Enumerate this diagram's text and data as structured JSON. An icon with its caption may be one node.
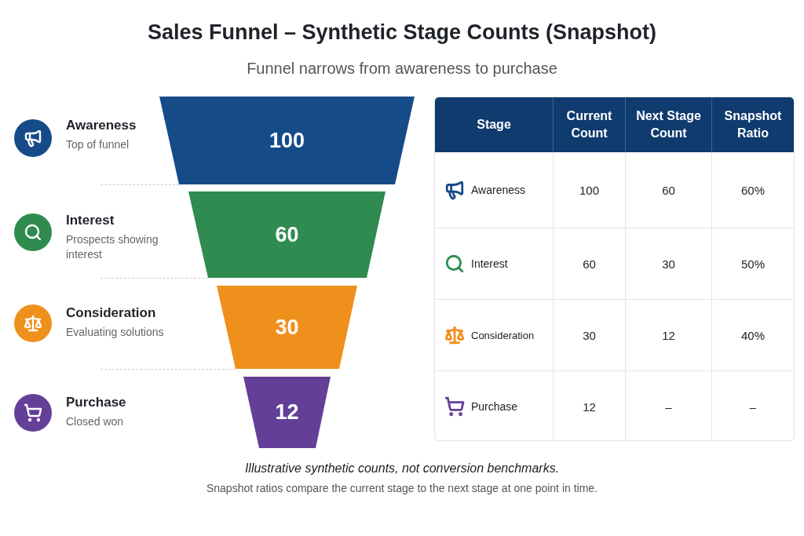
{
  "diagram": {
    "title": "Sales Funnel – Synthetic Stage Counts (Snapshot)",
    "nodes": [
      {
        "text": [
          "100"
        ],
        "beside": [
          "Awareness",
          "Top of funnel"
        ]
      },
      {
        "text": [
          "60"
        ],
        "beside": [
          "Interest",
          "Prospects showing interest"
        ]
      },
      {
        "text": [
          "30"
        ],
        "beside": [
          "Consideration",
          "Evaluating solutions"
        ]
      },
      {
        "text": [
          "12"
        ],
        "beside": [
          "Purchase",
          "Closed won"
        ]
      }
    ],
    "labels": [
      "Funnel narrows from awareness to purchase",
      "Stage",
      "Current Count",
      "Next Stage Count",
      "Snapshot Ratio",
      "Awareness",
      "100",
      "60",
      "60%",
      "Interest",
      "60",
      "30",
      "50%",
      "Consideration",
      "30",
      "12",
      "40%",
      "Purchase",
      "12",
      "–",
      "–",
      "Illustrative synthetic counts, not conversion benchmarks.",
      "Snapshot ratios compare the current stage to the next stage at one point in time."
    ]
  }
}
